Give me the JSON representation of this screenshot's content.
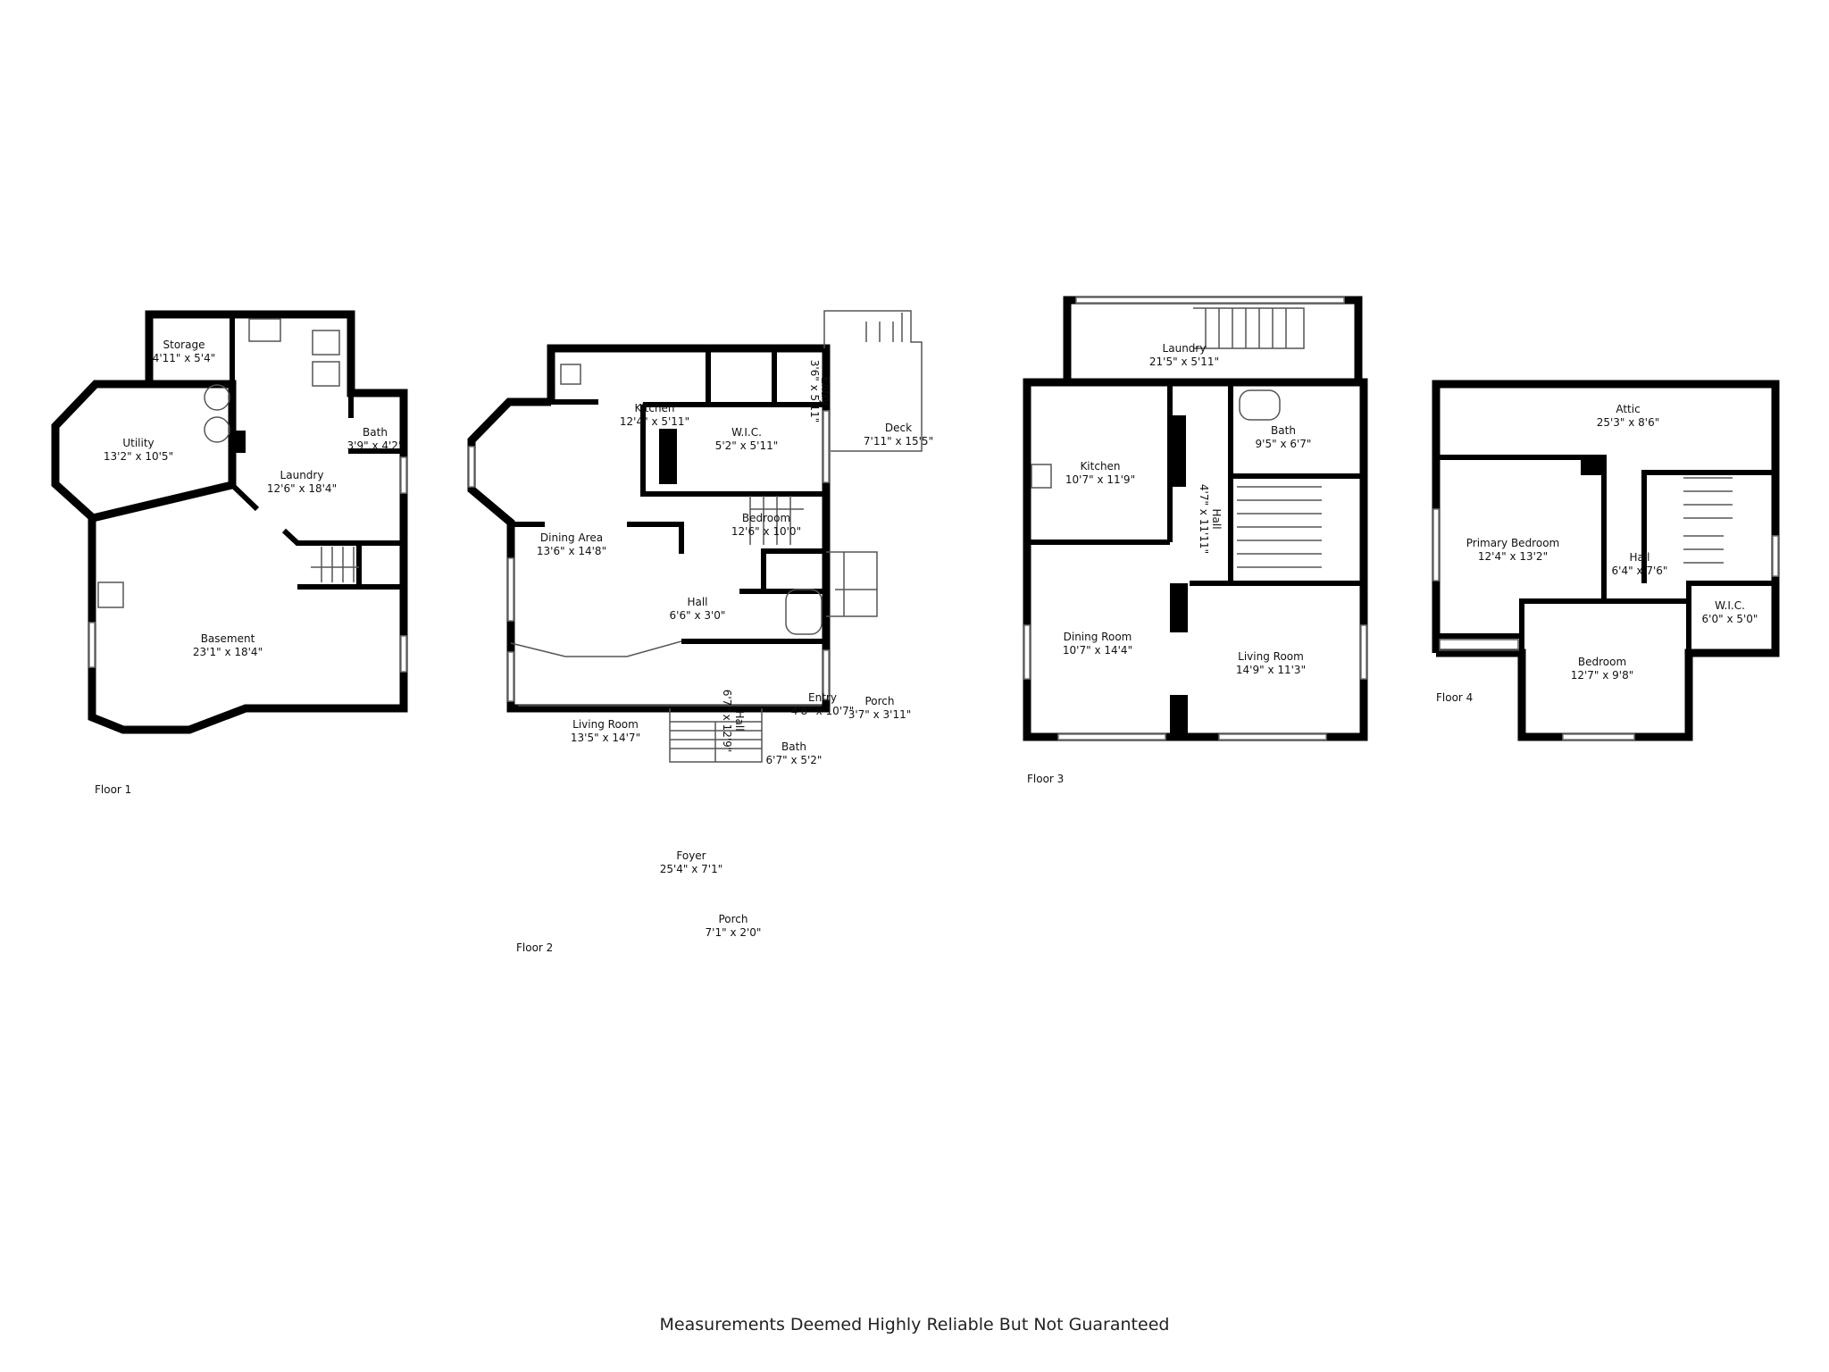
{
  "floors": [
    {
      "label": "Floor 1",
      "rooms": [
        {
          "name": "Storage",
          "dims": "4'11\" x 5'4\""
        },
        {
          "name": "Utility",
          "dims": "13'2\" x 10'5\""
        },
        {
          "name": "Laundry",
          "dims": "12'6\" x 18'4\""
        },
        {
          "name": "Bath",
          "dims": "3'9\" x 4'2\""
        },
        {
          "name": "Basement",
          "dims": "23'1\" x 18'4\""
        }
      ]
    },
    {
      "label": "Floor 2",
      "rooms": [
        {
          "name": "Kitchen",
          "dims": "12'4\" x 5'11\""
        },
        {
          "name": "W.I.C.",
          "dims": "5'2\" x 5'11\""
        },
        {
          "name": "Entry",
          "dims": "3'6\" x 5'11\""
        },
        {
          "name": "Deck",
          "dims": "7'11\" x 15'5\""
        },
        {
          "name": "Bedroom",
          "dims": "12'6\" x 10'0\""
        },
        {
          "name": "Dining Area",
          "dims": "13'6\" x 14'8\""
        },
        {
          "name": "Hall",
          "dims": "6'6\" x 3'0\""
        },
        {
          "name": "Hall",
          "dims": "6'7\" x 12'9\""
        },
        {
          "name": "Living Room",
          "dims": "13'5\" x 14'7\""
        },
        {
          "name": "Entry",
          "dims": "4'8\" x 10'7\""
        },
        {
          "name": "Porch",
          "dims": "3'7\" x 3'11\""
        },
        {
          "name": "Bath",
          "dims": "6'7\" x 5'2\""
        },
        {
          "name": "Foyer",
          "dims": "25'4\" x 7'1\""
        },
        {
          "name": "Porch",
          "dims": "7'1\" x 2'0\""
        }
      ]
    },
    {
      "label": "Floor 3",
      "rooms": [
        {
          "name": "Laundry",
          "dims": "21'5\" x 5'11\""
        },
        {
          "name": "Kitchen",
          "dims": "10'7\" x 11'9\""
        },
        {
          "name": "Bath",
          "dims": "9'5\" x 6'7\""
        },
        {
          "name": "Hall",
          "dims": "4'7\" x 11'11\""
        },
        {
          "name": "Dining Room",
          "dims": "10'7\" x 14'4\""
        },
        {
          "name": "Living Room",
          "dims": "14'9\" x 11'3\""
        }
      ]
    },
    {
      "label": "Floor 4",
      "rooms": [
        {
          "name": "Attic",
          "dims": "25'3\" x 8'6\""
        },
        {
          "name": "Primary Bedroom",
          "dims": "12'4\" x 13'2\""
        },
        {
          "name": "Hall",
          "dims": "6'4\" x 7'6\""
        },
        {
          "name": "W.I.C.",
          "dims": "6'0\" x 5'0\""
        },
        {
          "name": "Bedroom",
          "dims": "12'7\" x 9'8\""
        }
      ]
    }
  ],
  "footer": "Measurements Deemed Highly Reliable But Not Guaranteed"
}
